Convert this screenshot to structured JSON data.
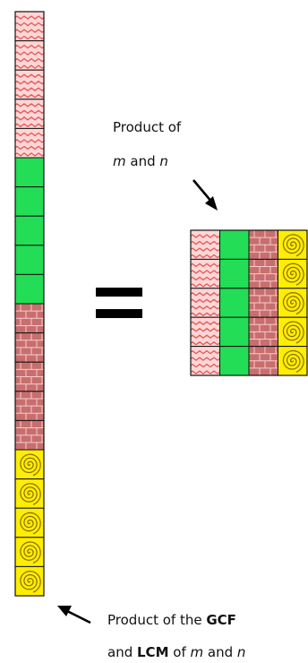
{
  "colors": {
    "zigzag_fill": "#ffd6d6",
    "zigzag_stroke": "#e05a5a",
    "green": "#22dd55",
    "brick": "#c86e6e",
    "brick_mortar": "#f3cccc",
    "yellow": "#ffee00",
    "spiral_stroke": "#8a6a00",
    "outline": "#111111"
  },
  "tile_patterns": [
    "zigzag",
    "green",
    "brick",
    "spiral"
  ],
  "left_column": {
    "segments": [
      {
        "pattern": "zigzag",
        "count": 5
      },
      {
        "pattern": "green",
        "count": 5
      },
      {
        "pattern": "brick",
        "count": 5
      },
      {
        "pattern": "spiral",
        "count": 5
      }
    ]
  },
  "right_grid": {
    "rows": 5,
    "columns": [
      "zigzag",
      "green",
      "brick",
      "spiral"
    ]
  },
  "equals_symbol": "=",
  "product_label": {
    "line1": "Product of",
    "line2_var1": "m",
    "line2_and": " and ",
    "line2_var2": "n"
  },
  "gcf_label": {
    "line1_prefix": "Product of the ",
    "line1_bold": "GCF",
    "line2_bold": "LCM",
    "line2_mid": " of ",
    "line2_var1": "m",
    "line2_and": " and ",
    "line2_var2": "n",
    "line2_and_prefix": "and "
  }
}
